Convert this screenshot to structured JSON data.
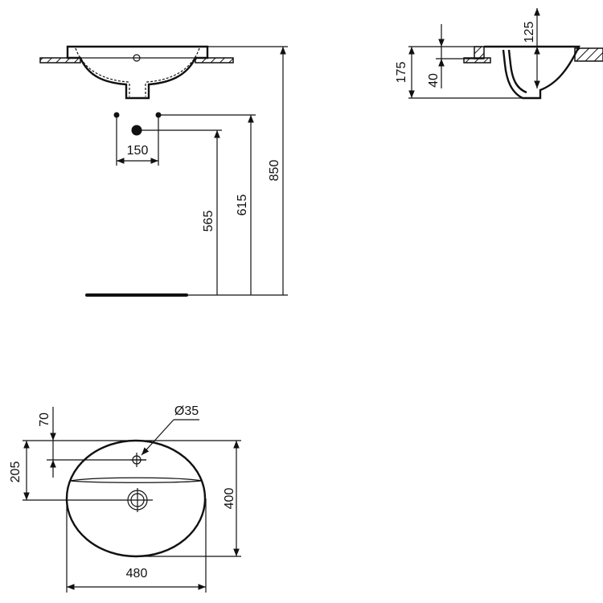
{
  "front_view": {
    "dim_tap_spacing": "150",
    "dim_drain_height": "565",
    "dim_supply_height": "615",
    "dim_total_height": "850"
  },
  "side_view": {
    "dim_height": "175",
    "dim_counter": "40",
    "dim_bowl_depth": "125"
  },
  "plan_view": {
    "dim_hole_diameter": "Ø35",
    "dim_hole_offset": "70",
    "dim_drain_offset": "205",
    "dim_depth": "400",
    "dim_width": "480"
  },
  "colors": {
    "line": "#111111",
    "background": "#ffffff"
  }
}
